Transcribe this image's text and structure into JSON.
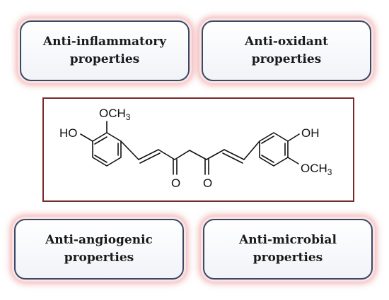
{
  "properties": {
    "top_left": {
      "line1": "Anti-inflammatory",
      "line2": "properties"
    },
    "top_right": {
      "line1": "Anti-oxidant",
      "line2": "properties"
    },
    "bottom_left": {
      "line1": "Anti-angiogenic",
      "line2": "properties"
    },
    "bottom_right": {
      "line1": "Anti-microbial",
      "line2": "properties"
    }
  },
  "molecule": {
    "left_hydroxyl": "HO",
    "left_methoxy_prefix": "OCH",
    "left_methoxy_subscript": "3",
    "right_hydroxyl": "OH",
    "right_methoxy_prefix": "OCH",
    "right_methoxy_subscript": "3",
    "carbonyl_1": "O",
    "carbonyl_2": "O"
  },
  "colors": {
    "box_border": "#3a4a66",
    "box_glow": "#e87878",
    "frame_border": "#7a2a2a"
  }
}
